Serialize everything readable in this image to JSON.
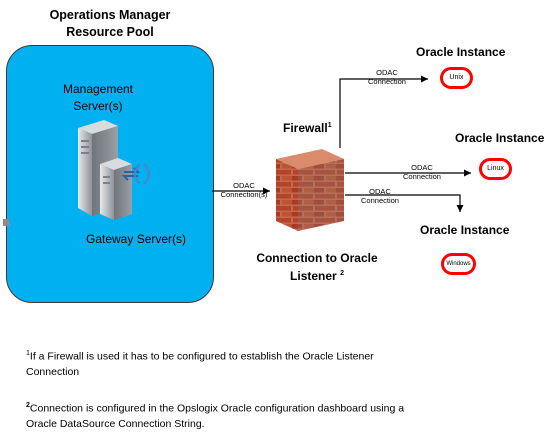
{
  "pool": {
    "title_line1": "Operations Manager",
    "title_line2": "Resource Pool",
    "management_server": "Management Server(s)",
    "gateway_server": "Gateway Server(s)"
  },
  "connections": {
    "odac_main": [
      "ODAC",
      "Connection(s)"
    ],
    "odac_unix": [
      "ODAC",
      "Connection"
    ],
    "odac_linux": [
      "ODAC",
      "Connection"
    ],
    "odac_windows": [
      "ODAC",
      "Connection"
    ]
  },
  "firewall": {
    "label": "Firewall",
    "sup": "1"
  },
  "listener": {
    "line1": "Connection to Oracle",
    "line2": "Listener",
    "sup": "2"
  },
  "instances": [
    {
      "title": "Oracle Instance",
      "os": "Unix"
    },
    {
      "title": "Oracle Instance",
      "os": "Linux"
    },
    {
      "title": "Oracle Instance",
      "os": "Windows"
    }
  ],
  "footnotes": [
    {
      "sup": "1",
      "text": "If a Firewall is used it has to be configured to establish the Oracle Listener Connection"
    },
    {
      "sup": "2",
      "text": "Connection is configured in the Opslogix Oracle configuration dashboard using a Oracle DataSource Connection String."
    }
  ],
  "colors": {
    "pool_fill": "#00b0f0",
    "instance_ring": "#ff0000",
    "brick": "#b5432a"
  }
}
